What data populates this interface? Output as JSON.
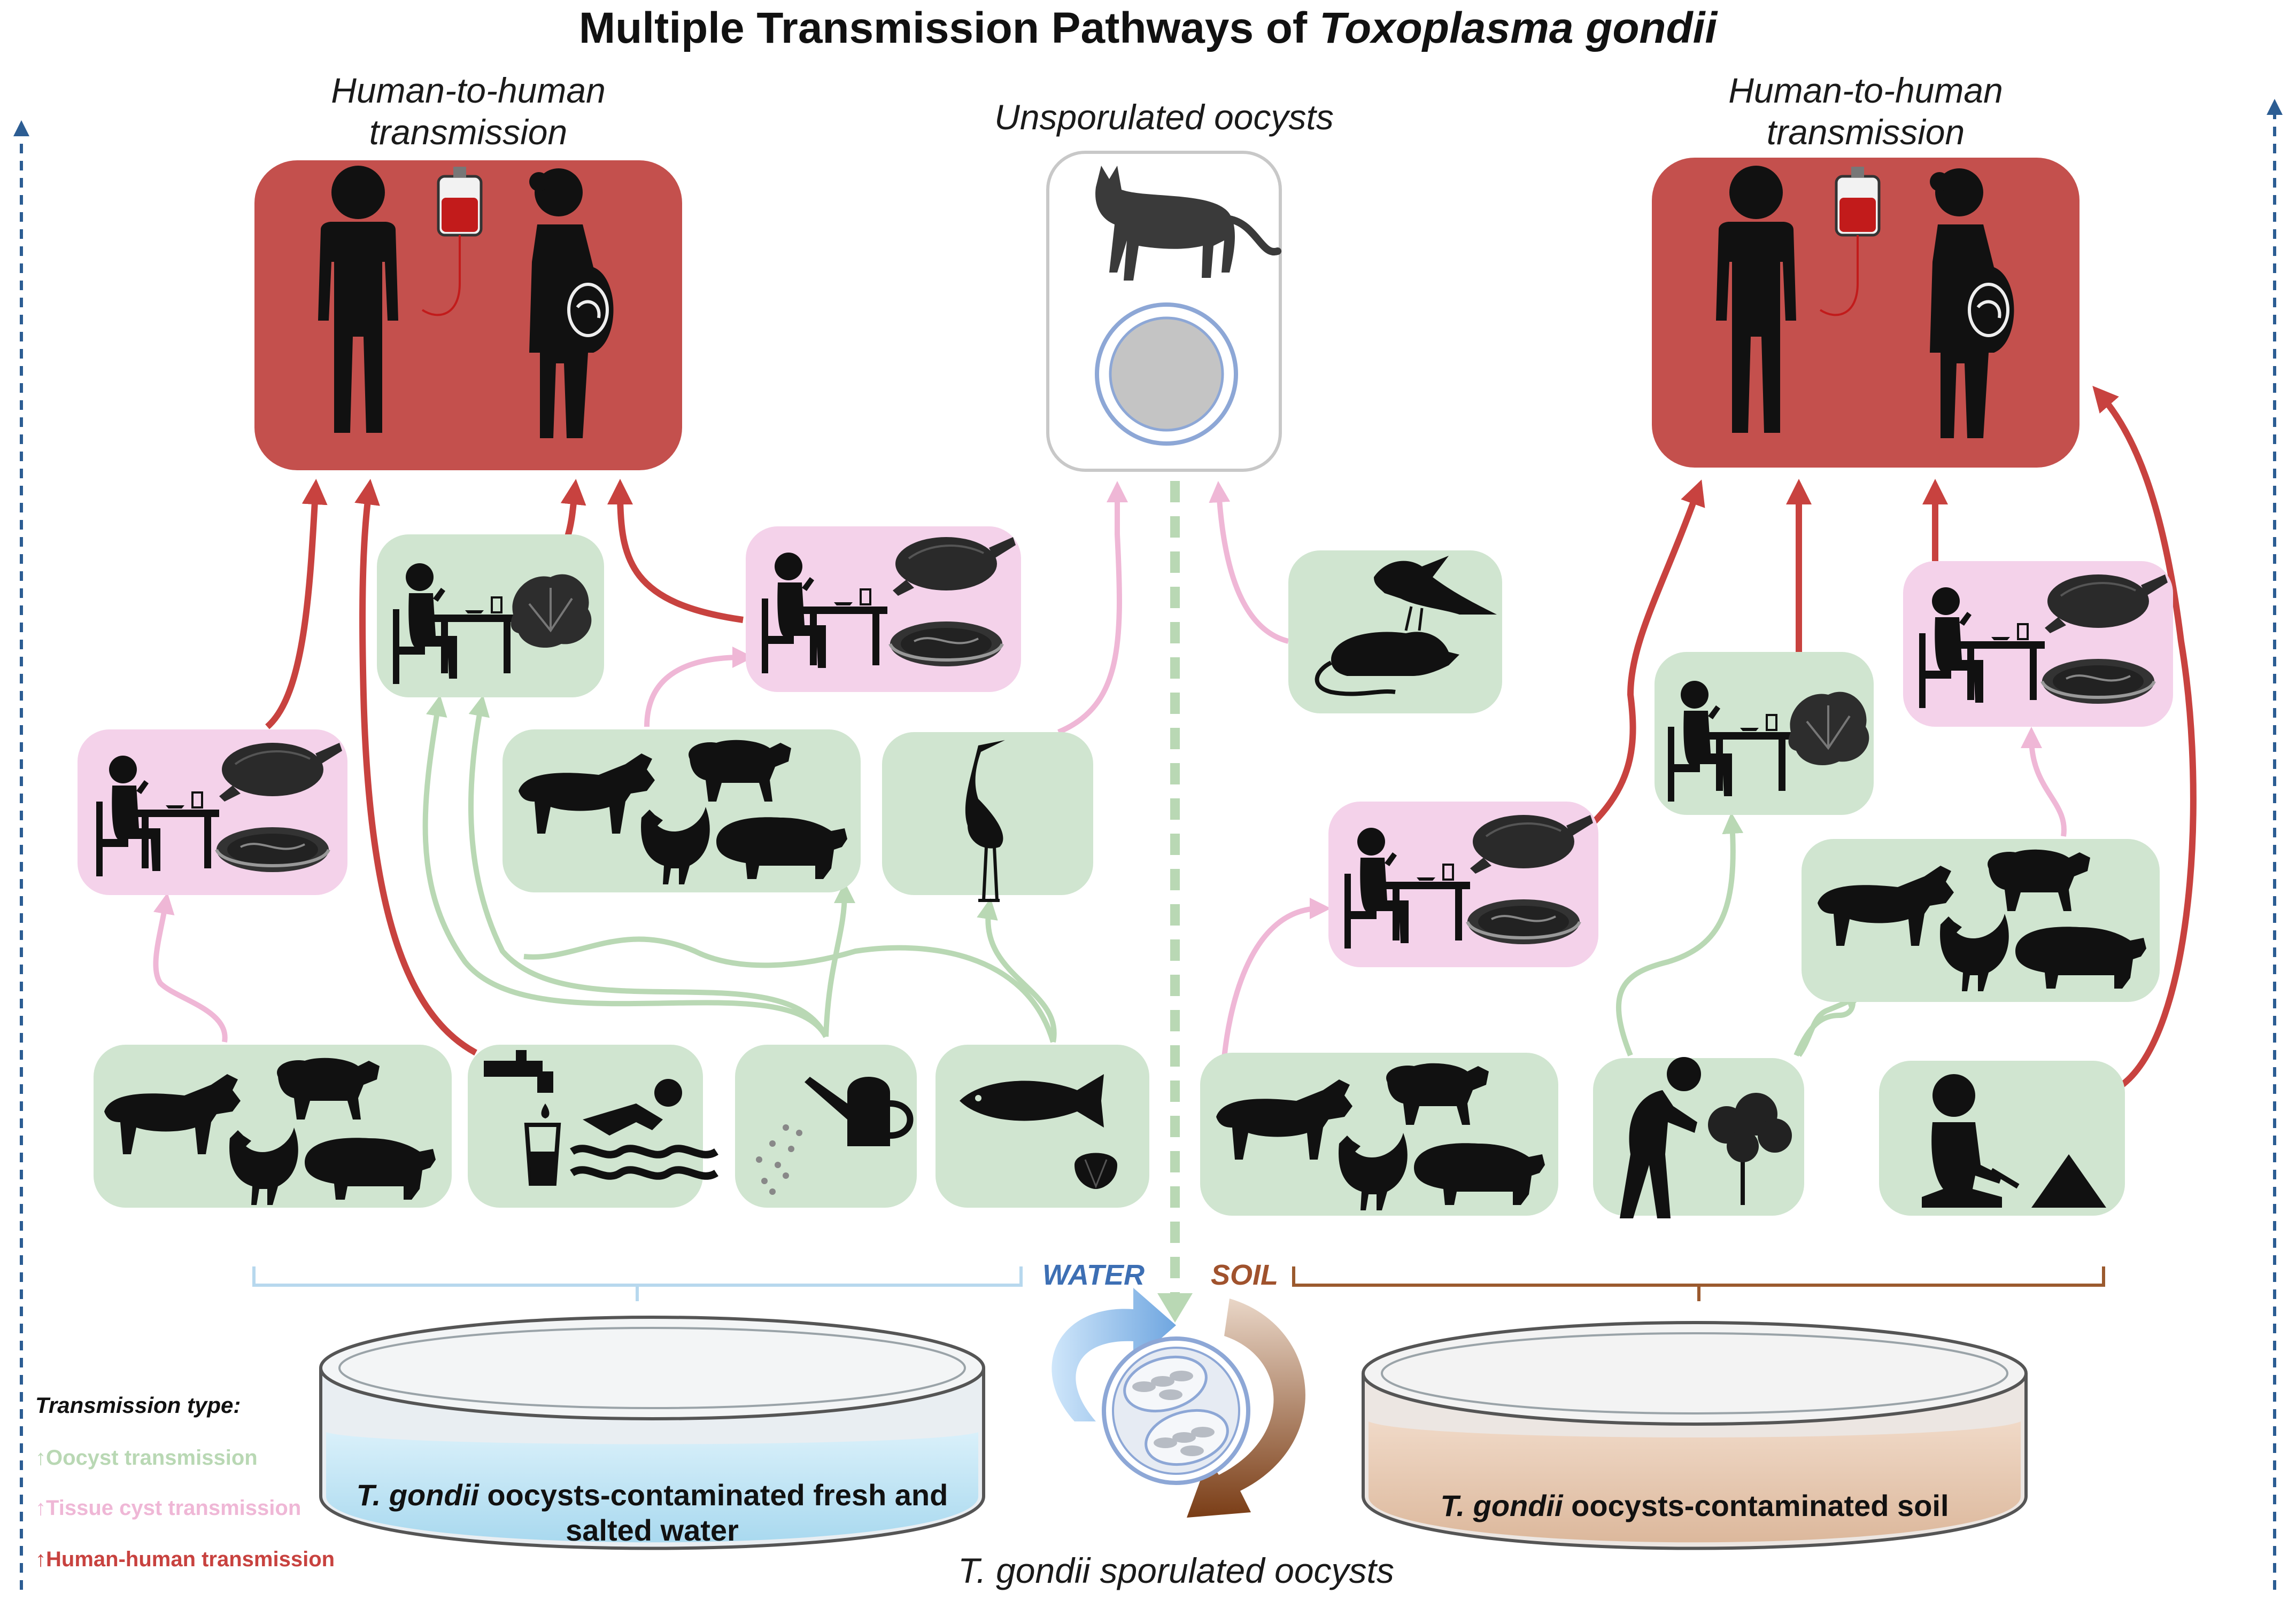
{
  "title": {
    "main": "Multiple Transmission Pathways of ",
    "organism": "Toxoplasma gondii"
  },
  "captions": {
    "human_left": "Human-to-human transmission",
    "human_left_line1": "Human-to-human",
    "human_left_line2": "transmission",
    "unsporulated": "Unsporulated oocysts",
    "human_right_line1": "Human-to-human",
    "human_right_line2": "transmission",
    "sporulated": "T. gondii sporulated oocysts"
  },
  "reservoirs": {
    "water_tag": "WATER",
    "soil_tag": "SOIL",
    "water_dish_italic": "T. gondii",
    "water_dish_text_1": " oocysts-contaminated fresh and",
    "water_dish_text_2": "salted water",
    "soil_dish_italic": "T. gondii",
    "soil_dish_text": " oocysts-contaminated soil"
  },
  "legend": {
    "heading": "Transmission type:",
    "items": [
      {
        "label": "↑Oocyst transmission",
        "color": "#b9d8b4"
      },
      {
        "label": "↑Tissue cyst transmission",
        "color": "#efb7d6"
      },
      {
        "label": "↑Human-human transmission",
        "color": "#c8423f"
      }
    ]
  },
  "colors": {
    "human_box": "#c4504d",
    "green_box": "#d0e5d0",
    "pink_box": "#f4d2ea",
    "oocyst_arrow": "#b9d8b4",
    "tissue_arrow": "#efb7d6",
    "human_arrow": "#c8423f",
    "water": "#bfe3f2",
    "soil": "#e8ccb8",
    "water_bracket": "#b7d8ee",
    "soil_bracket": "#9b5a2e",
    "water_tag": "#3d6fb4",
    "soil_tag": "#a0522d",
    "side_arrow": "#2c5d93"
  },
  "icons": {
    "humans": [
      "man-icon",
      "blood-bag-icon",
      "pregnant-woman-icon"
    ],
    "unsporulated_box": [
      "cat-icon",
      "oocyst-icon"
    ],
    "consumption": [
      "person-eating-icon",
      "table-icon",
      "chicken-meat-icon",
      "steak-icon",
      "lettuce-icon"
    ],
    "livestock": [
      "cow-icon",
      "sheep-icon",
      "hen-icon",
      "pig-icon"
    ],
    "water_sources": [
      "tap-icon",
      "glass-icon",
      "swimmer-icon",
      "watering-can-icon",
      "fish-icon",
      "clam-icon",
      "heron-icon"
    ],
    "soil_activities": [
      "gardener-icon",
      "plant-icon",
      "child-playing-icon",
      "sand-pile-icon"
    ],
    "intermediate": [
      "bird-icon",
      "rat-icon"
    ],
    "center": [
      "sporulated-oocyst-icon",
      "cycle-arrow-icon"
    ]
  }
}
